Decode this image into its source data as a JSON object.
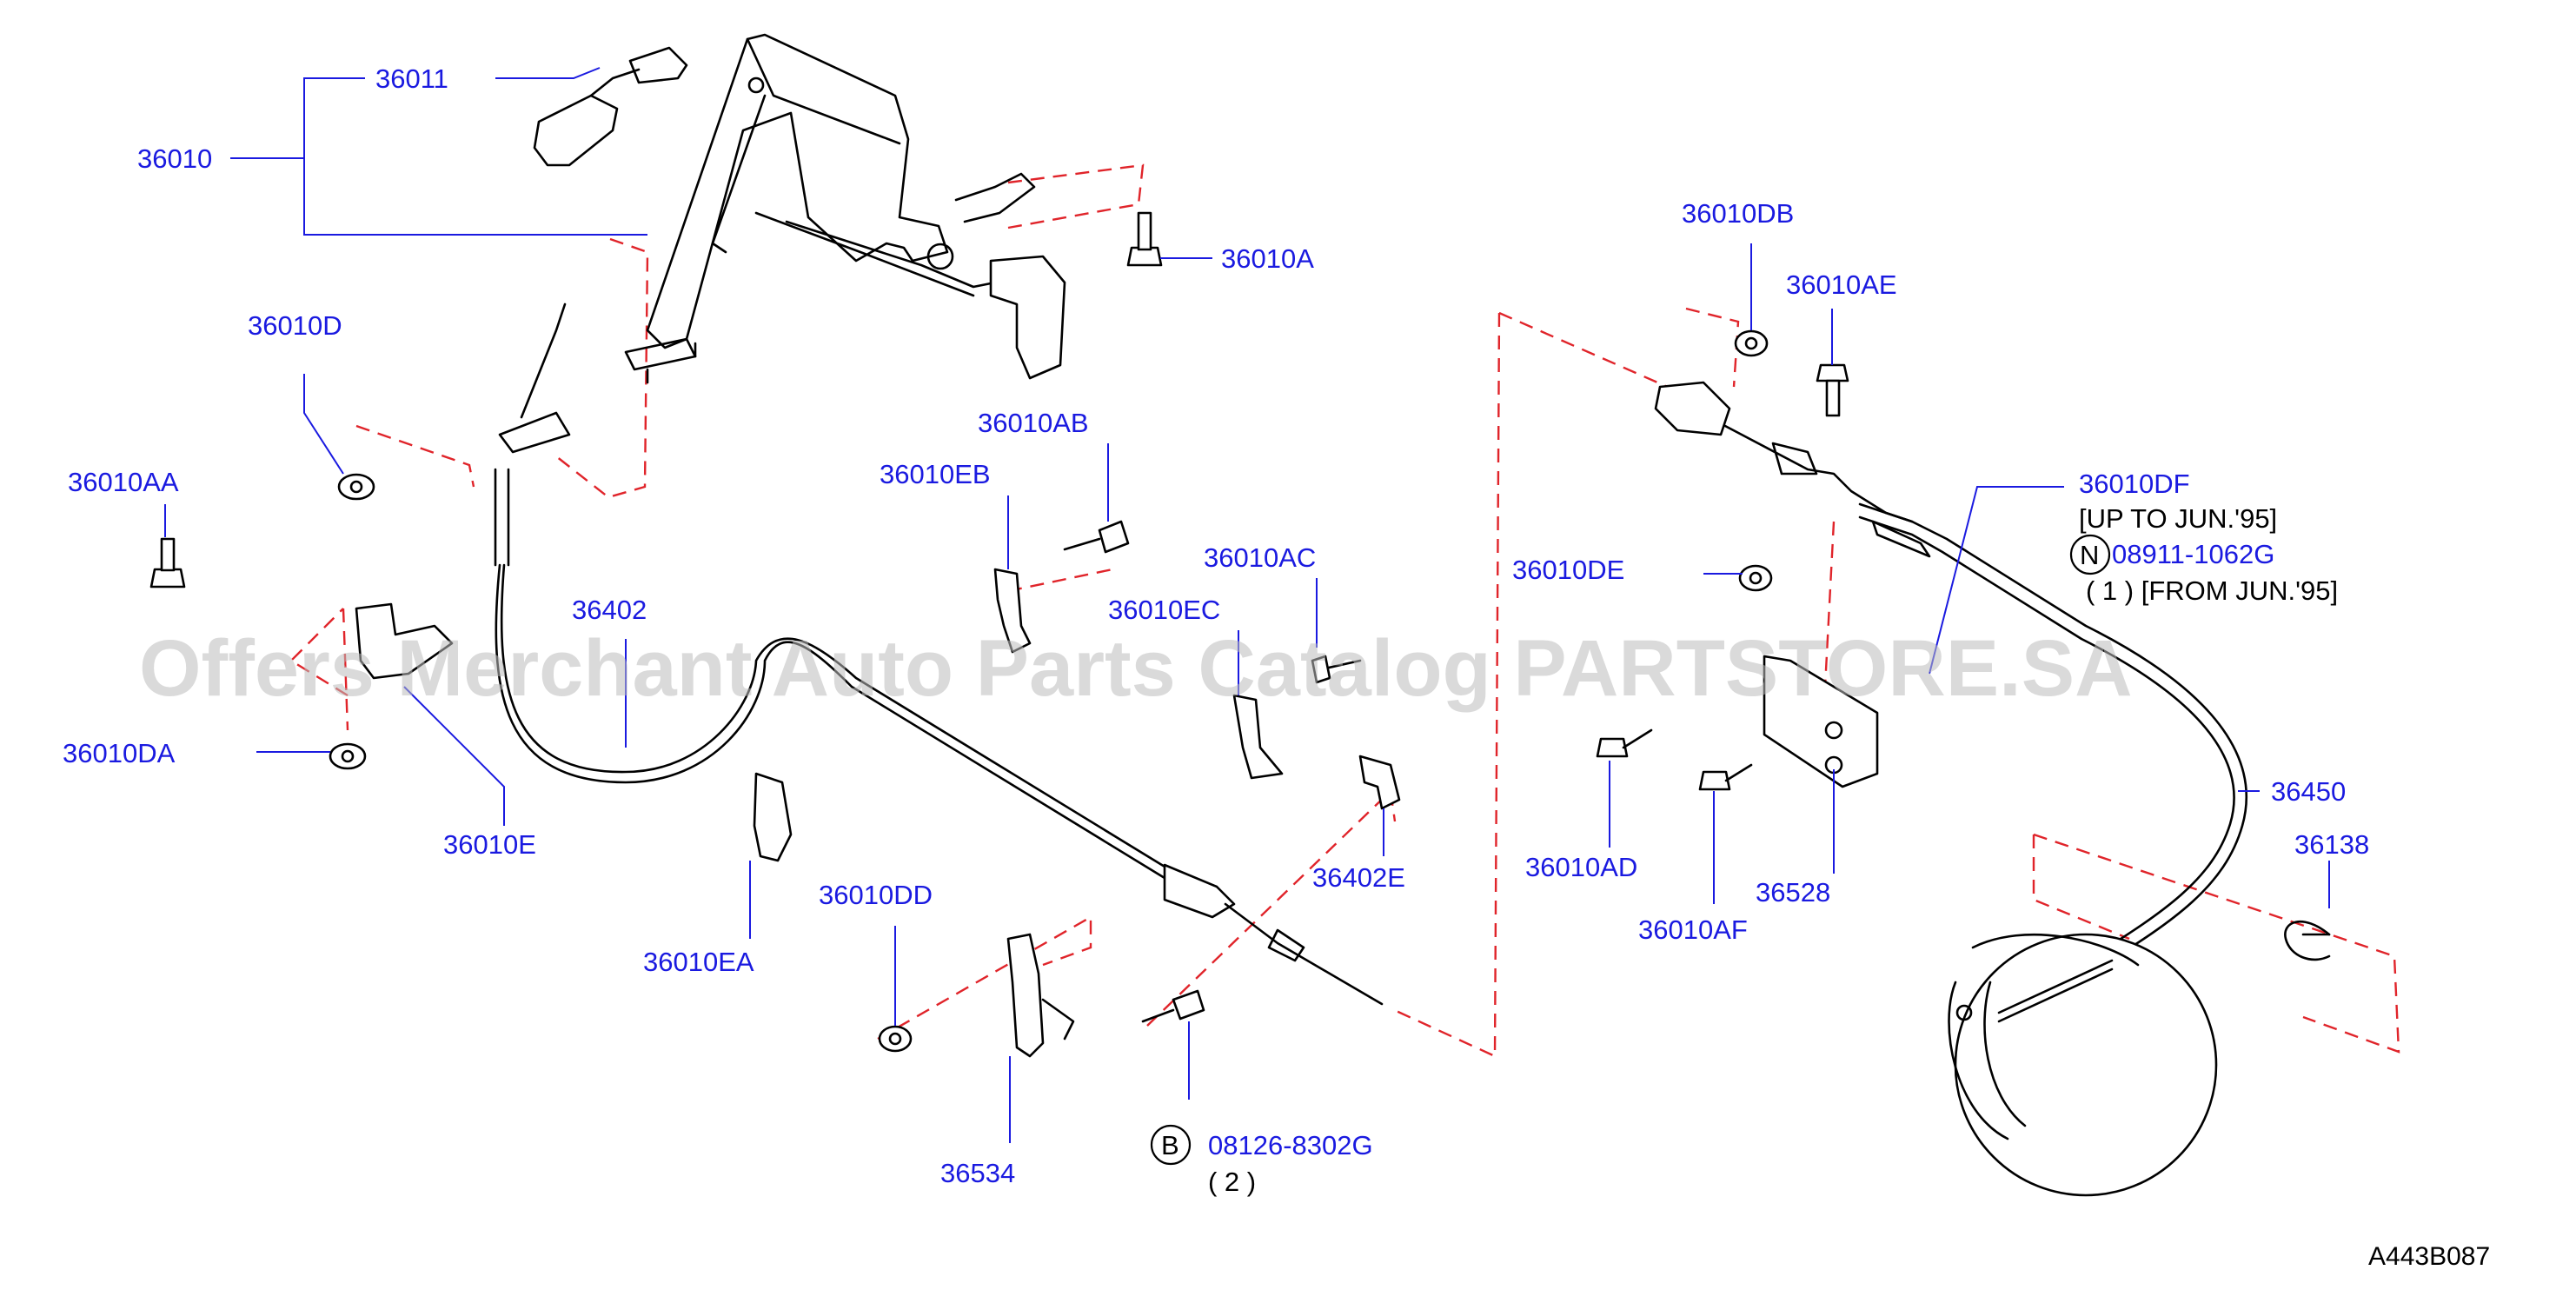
{
  "diagram": {
    "labels": {
      "p36010": "36010",
      "p36011": "36011",
      "p36010A": "36010A",
      "p36010D": "36010D",
      "p36010AA": "36010AA",
      "p36010DA": "36010DA",
      "p36010E": "36010E",
      "p36402": "36402",
      "p36010EA": "36010EA",
      "p36010AB": "36010AB",
      "p36010EB": "36010EB",
      "p36010AC": "36010AC",
      "p36010EC": "36010EC",
      "p36402E": "36402E",
      "p36010DD": "36010DD",
      "p36534": "36534",
      "p08126": "08126-8302G",
      "p08126qty": "( 2 )",
      "p36010DB": "36010DB",
      "p36010AE": "36010AE",
      "p36010DE": "36010DE",
      "p36010DF": "36010DF",
      "p36010DFnote": "[UP  TO  JUN.'95]",
      "p08911": "08911-1062G",
      "p08911qty": "( 1 ) [FROM  JUN.'95]",
      "p36010AD": "36010AD",
      "p36010AF": "36010AF",
      "p36528": "36528",
      "p36450": "36450",
      "p36138": "36138"
    },
    "circle_letters": {
      "bolt": "B",
      "nut": "N"
    },
    "diagram_code": "A443B087",
    "watermark": "Offers Merchant Auto Parts Catalog PARTSTORE.SA",
    "colors": {
      "label": "#1a1ae0",
      "dash": "#e0242a",
      "line": "#000000"
    }
  }
}
